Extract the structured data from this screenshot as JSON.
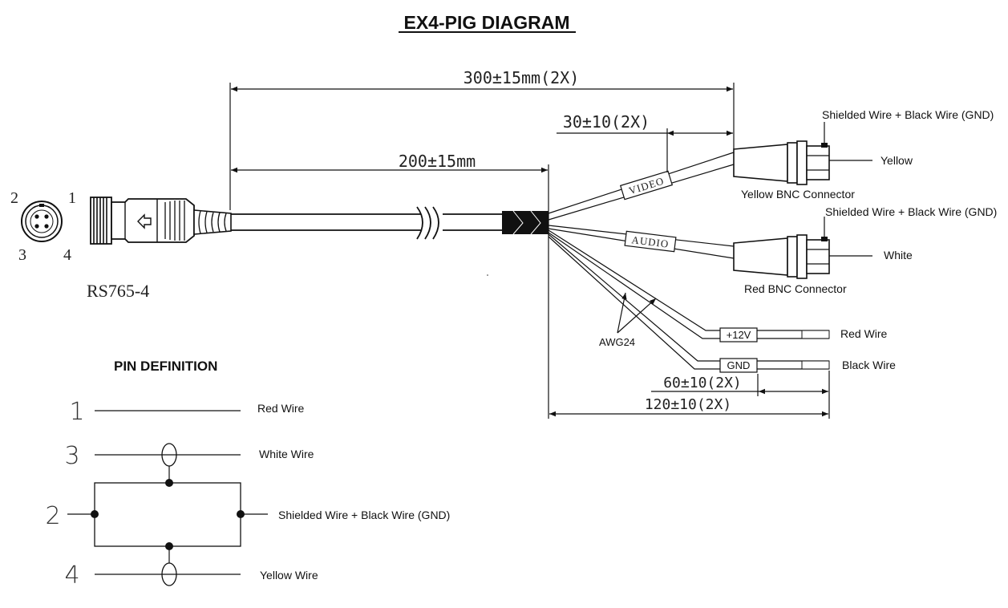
{
  "title": "EX4-PIG DIAGRAM",
  "connector": {
    "model": "RS765-4",
    "pins": [
      "2",
      "1",
      "3",
      "4"
    ]
  },
  "dimensions": {
    "overall": "300±15mm(2X)",
    "breakout": "30±10(2X)",
    "cable": "200±15mm",
    "lead_strip": "60±10(2X)",
    "lead_total": "120±10(2X)"
  },
  "sleeves": {
    "video": "VIDEO",
    "audio": "AUDIO",
    "power": "+12V",
    "ground": "GND",
    "gauge": "AWG24"
  },
  "bnc": {
    "yellow": {
      "connector_label": "Yellow BNC Connector",
      "shield_label": "Shielded Wire + Black Wire (GND)",
      "tip_label": "Yellow"
    },
    "red": {
      "connector_label": "Red BNC Connector",
      "shield_label": "Shielded Wire + Black Wire (GND)",
      "tip_label": "White"
    }
  },
  "leads": {
    "red": "Red Wire",
    "black": "Black Wire"
  },
  "pin_definition": {
    "heading": "PIN DEFINITION",
    "rows": [
      {
        "pin": "1",
        "label": "Red Wire"
      },
      {
        "pin": "3",
        "label": "White Wire"
      },
      {
        "pin": "2",
        "label": "Shielded Wire + Black Wire (GND)"
      },
      {
        "pin": "4",
        "label": "Yellow Wire"
      }
    ]
  }
}
